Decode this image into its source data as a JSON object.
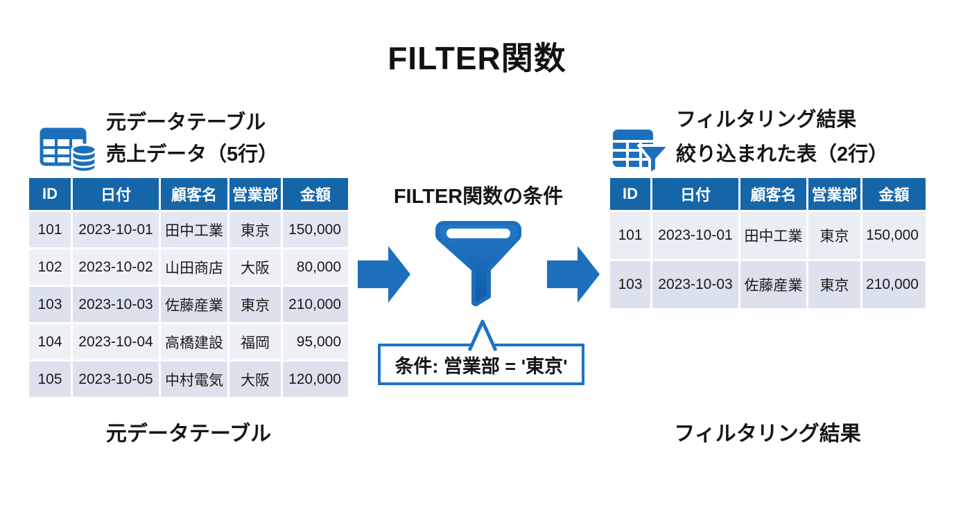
{
  "title": "FILTER関数",
  "colors": {
    "accent_blue": "#1b6fbd",
    "table_header_blue": "#1565a9",
    "row_light": "#eef0f6",
    "row_dark": "#dce2ed",
    "callout_border": "#1b74c5"
  },
  "left_panel": {
    "caption_line1": "元データテーブル",
    "caption_line2": "売上データ（5行）",
    "icon": "table-database-icon",
    "table": {
      "headers": [
        "ID",
        "日付",
        "顧客名",
        "営業部",
        "金額"
      ],
      "rows": [
        [
          "101",
          "2023-10-01",
          "田中工業",
          "東京",
          "150,000"
        ],
        [
          "102",
          "2023-10-02",
          "山田商店",
          "大阪",
          "80,000"
        ],
        [
          "103",
          "2023-10-03",
          "佐藤産業",
          "東京",
          "210,000"
        ],
        [
          "104",
          "2023-10-04",
          "高橋建設",
          "福岡",
          "95,000"
        ],
        [
          "105",
          "2023-10-05",
          "中村電気",
          "大阪",
          "120,000"
        ]
      ]
    },
    "footer_label": "元データテーブル"
  },
  "middle": {
    "condition_title": "FILTER関数の条件",
    "funnel_icon": "funnel-icon",
    "arrow_icons": [
      "arrow-right-icon",
      "arrow-right-icon"
    ],
    "callout_text": "条件: 営業部 = '東京'"
  },
  "right_panel": {
    "caption_line1": "フィルタリング結果",
    "caption_line2": "絞り込まれた表（2行）",
    "icon": "table-filter-icon",
    "table": {
      "headers": [
        "ID",
        "日付",
        "顧客名",
        "営業部",
        "金額"
      ],
      "rows": [
        [
          "101",
          "2023-10-01",
          "田中工業",
          "東京",
          "150,000"
        ],
        [
          "103",
          "2023-10-03",
          "佐藤産業",
          "東京",
          "210,000"
        ]
      ]
    },
    "footer_label": "フィルタリング結果"
  }
}
